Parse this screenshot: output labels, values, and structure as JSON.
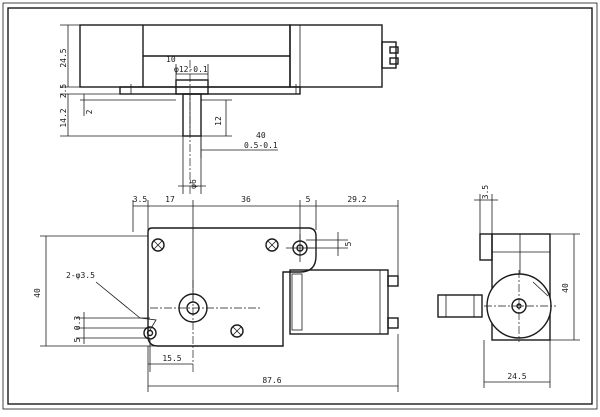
{
  "top_view": {
    "dims": {
      "h_24_5": "24.5",
      "h_2_5": "2.5",
      "h_14_2": "14.2",
      "w_2": "2",
      "w_12": "12",
      "d_phi12": "φ12-0.1",
      "d_top": "10",
      "d_flat_top": "40",
      "d_flat": "0.5-0.1",
      "d_phi6": "φ6"
    }
  },
  "front_view": {
    "dims": {
      "w_3_5": "3.5",
      "w_17": "17",
      "w_36": "36",
      "w_5": "5",
      "w_29_2": "29.2",
      "v_5": "5",
      "h_40": "40",
      "holes": "2-φ3.5",
      "v_0_3": "0.3",
      "v_5b": "5",
      "w_15_5": "15.5",
      "w_87_6": "87.6"
    }
  },
  "side_view": {
    "dims": {
      "w_3_5": "3.5",
      "h_40": "40",
      "w_24_5": "24.5"
    }
  }
}
